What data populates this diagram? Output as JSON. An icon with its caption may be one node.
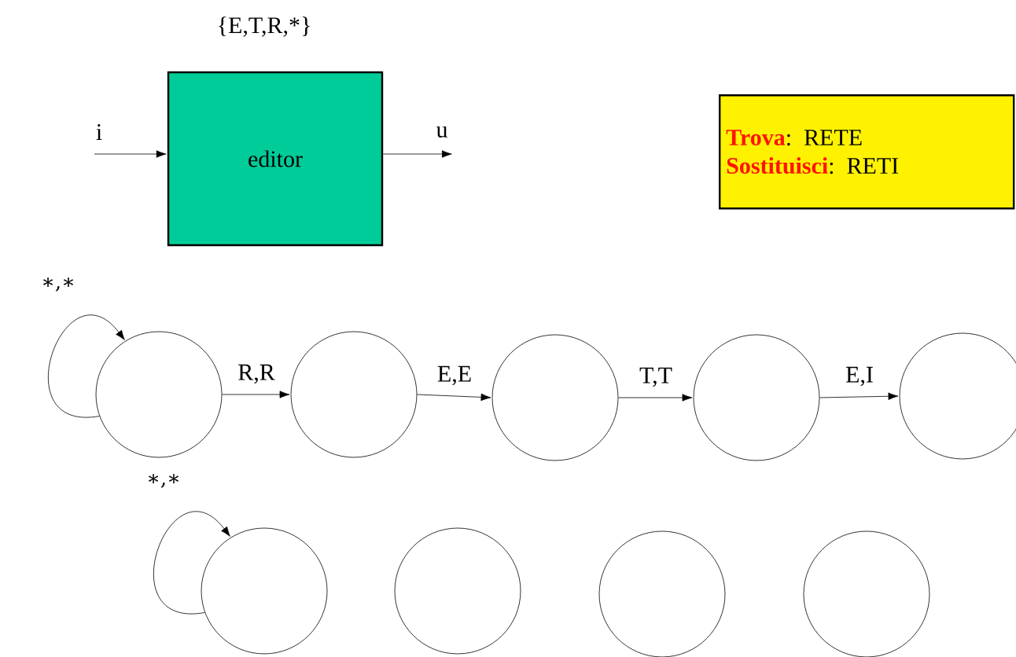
{
  "diagram": {
    "nodes": [
      {
        "text": [
          "editor"
        ],
        "beside": [
          "{E,T,R,*}"
        ]
      },
      {
        "text": [
          "**Trova**: RETE",
          "**Sostituisci**: RETI"
        ]
      },
      {
        "text": [],
        "shape": "circle"
      },
      {
        "text": [],
        "shape": "circle"
      },
      {
        "text": [],
        "shape": "circle"
      },
      {
        "text": [],
        "shape": "circle"
      },
      {
        "text": [],
        "shape": "circle"
      },
      {
        "text": [],
        "shape": "circle"
      },
      {
        "text": [],
        "shape": "circle"
      },
      {
        "text": [],
        "shape": "circle"
      },
      {
        "text": [],
        "shape": "circle"
      }
    ],
    "edges": [
      {
        "from": null,
        "to": 0,
        "arrow": "to",
        "label": "i"
      },
      {
        "from": 0,
        "to": null,
        "arrow": "to",
        "label": "u"
      },
      {
        "from": 2,
        "to": 2,
        "arrow": "to",
        "label": "∗,∗"
      },
      {
        "from": 2,
        "to": 3,
        "arrow": "to",
        "label": "R,R"
      },
      {
        "from": 3,
        "to": 4,
        "arrow": "to",
        "label": "E,E"
      },
      {
        "from": 4,
        "to": 5,
        "arrow": "to",
        "label": "T,T"
      },
      {
        "from": 5,
        "to": 6,
        "arrow": "to",
        "label": "E,I"
      },
      {
        "from": 7,
        "to": 7,
        "arrow": "to",
        "label": "∗,∗"
      }
    ]
  }
}
